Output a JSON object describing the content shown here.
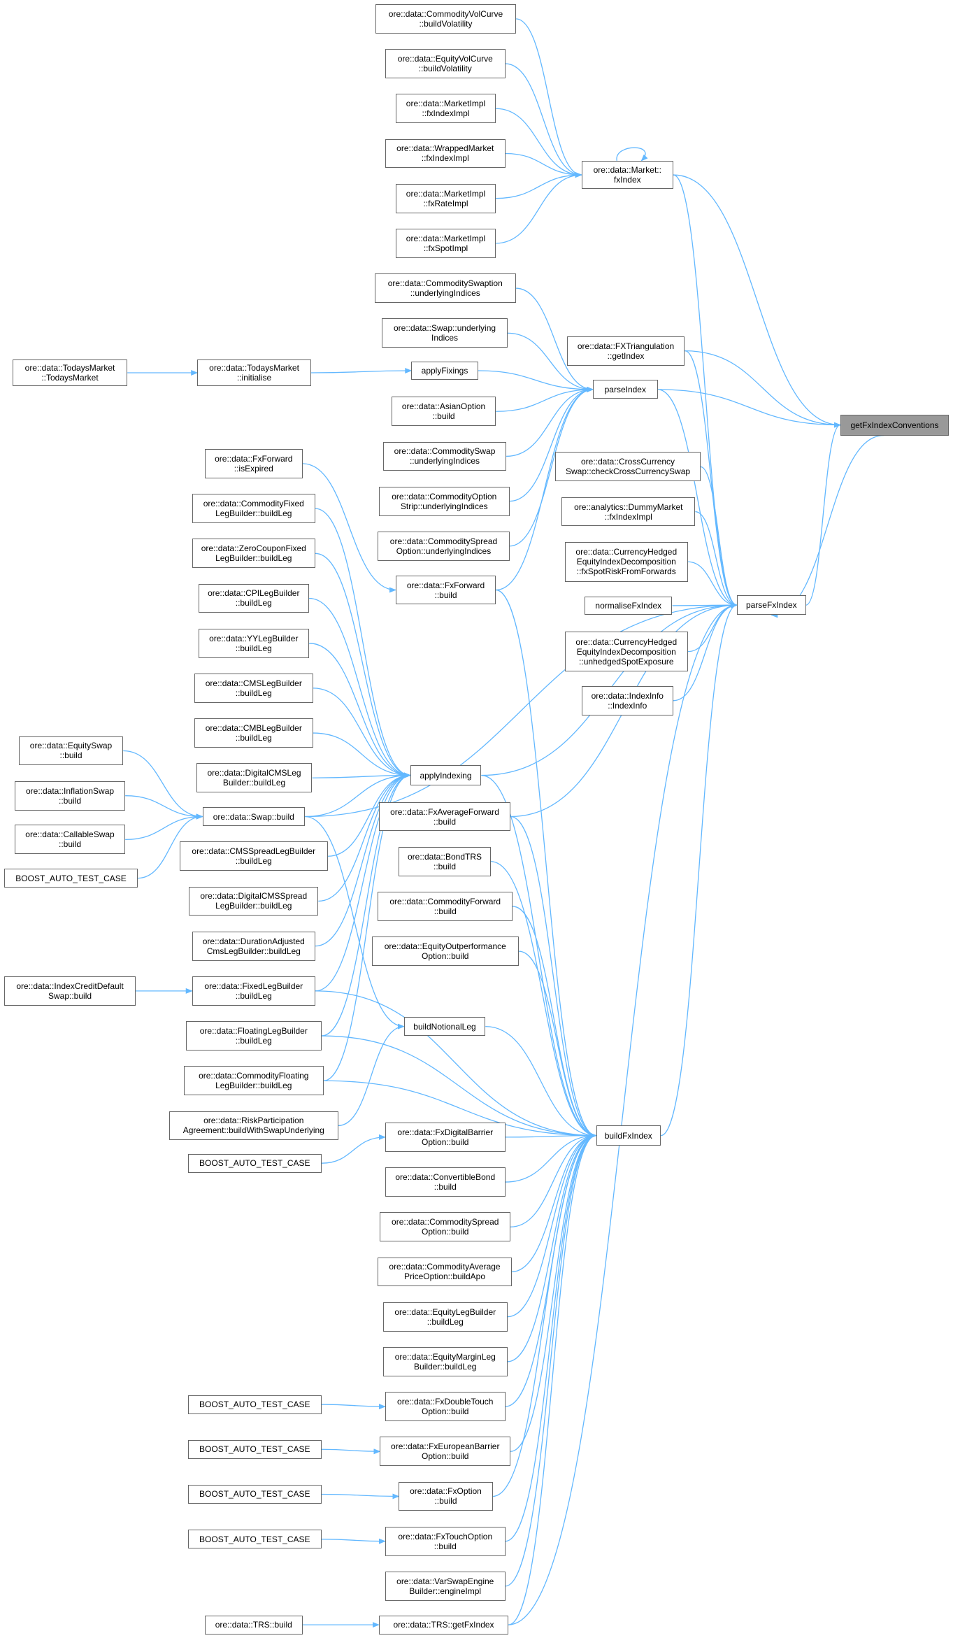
{
  "title": "getFxIndexConventions",
  "colors": {
    "edge": "#63b8ff",
    "focus_fill": "#999999",
    "node_border": "#666666"
  },
  "nodes": [
    {
      "id": "n1",
      "label": "ore::data::CommodityVolCurve\n::buildVolatility"
    },
    {
      "id": "n2",
      "label": "ore::data::EquityVolCurve\n::buildVolatility"
    },
    {
      "id": "n3",
      "label": "ore::data::MarketImpl\n::fxIndexImpl"
    },
    {
      "id": "n4",
      "label": "ore::data::WrappedMarket\n::fxIndexImpl"
    },
    {
      "id": "n5",
      "label": "ore::data::MarketImpl\n::fxRateImpl"
    },
    {
      "id": "n6",
      "label": "ore::data::MarketImpl\n::fxSpotImpl"
    },
    {
      "id": "n7",
      "label": "ore::data::Market::\nfxIndex"
    },
    {
      "id": "n8",
      "label": "ore::data::CommoditySwaption\n::underlyingIndices"
    },
    {
      "id": "n9",
      "label": "ore::data::Swap::underlying\nIndices"
    },
    {
      "id": "n10",
      "label": "ore::data::TodaysMarket\n::TodaysMarket"
    },
    {
      "id": "n11",
      "label": "ore::data::TodaysMarket\n::initialise"
    },
    {
      "id": "n12",
      "label": "applyFixings"
    },
    {
      "id": "n13",
      "label": "ore::data::AsianOption\n::build"
    },
    {
      "id": "n14",
      "label": "ore::data::CommoditySwap\n::underlyingIndices"
    },
    {
      "id": "n15",
      "label": "ore::data::CommodityOption\nStrip::underlyingIndices"
    },
    {
      "id": "n16",
      "label": "ore::data::CommoditySpread\nOption::underlyingIndices"
    },
    {
      "id": "n17",
      "label": "parseIndex"
    },
    {
      "id": "n18",
      "label": "ore::data::FXTriangulation\n::getIndex"
    },
    {
      "id": "n19",
      "label": "getFxIndexConventions"
    },
    {
      "id": "n20",
      "label": "ore::data::CrossCurrency\nSwap::checkCrossCurrencySwap"
    },
    {
      "id": "n21",
      "label": "ore::analytics::DummyMarket\n::fxIndexImpl"
    },
    {
      "id": "n22",
      "label": "ore::data::CurrencyHedged\nEquityIndexDecomposition\n::fxSpotRiskFromForwards"
    },
    {
      "id": "n23",
      "label": "normaliseFxIndex"
    },
    {
      "id": "n24",
      "label": "ore::data::CurrencyHedged\nEquityIndexDecomposition\n::unhedgedSpotExposure"
    },
    {
      "id": "n25",
      "label": "ore::data::IndexInfo\n::IndexInfo"
    },
    {
      "id": "n26",
      "label": "parseFxIndex"
    },
    {
      "id": "n27",
      "label": "ore::data::FxForward\n::isExpired"
    },
    {
      "id": "n28",
      "label": "ore::data::CommodityFixed\nLegBuilder::buildLeg"
    },
    {
      "id": "n29",
      "label": "ore::data::ZeroCouponFixed\nLegBuilder::buildLeg"
    },
    {
      "id": "n30",
      "label": "ore::data::CPILegBuilder\n::buildLeg"
    },
    {
      "id": "n31",
      "label": "ore::data::YYLegBuilder\n::buildLeg"
    },
    {
      "id": "n32",
      "label": "ore::data::CMSLegBuilder\n::buildLeg"
    },
    {
      "id": "n33",
      "label": "ore::data::FxForward\n::build"
    },
    {
      "id": "n34",
      "label": "ore::data::CMBLegBuilder\n::buildLeg"
    },
    {
      "id": "n35",
      "label": "ore::data::DigitalCMSLeg\nBuilder::buildLeg"
    },
    {
      "id": "n36",
      "label": "ore::data::EquitySwap\n::build"
    },
    {
      "id": "n37",
      "label": "ore::data::InflationSwap\n::build"
    },
    {
      "id": "n38",
      "label": "ore::data::CallableSwap\n::build"
    },
    {
      "id": "n39",
      "label": "BOOST_AUTO_TEST_CASE"
    },
    {
      "id": "n40",
      "label": "ore::data::Swap::build"
    },
    {
      "id": "n41",
      "label": "applyIndexing"
    },
    {
      "id": "n42",
      "label": "ore::data::CMSSpreadLegBuilder\n::buildLeg"
    },
    {
      "id": "n43",
      "label": "ore::data::DigitalCMSSpread\nLegBuilder::buildLeg"
    },
    {
      "id": "n44",
      "label": "ore::data::DurationAdjusted\nCmsLegBuilder::buildLeg"
    },
    {
      "id": "n45",
      "label": "ore::data::IndexCreditDefault\nSwap::build"
    },
    {
      "id": "n46",
      "label": "ore::data::FixedLegBuilder\n::buildLeg"
    },
    {
      "id": "n47",
      "label": "ore::data::FloatingLegBuilder\n::buildLeg"
    },
    {
      "id": "n48",
      "label": "ore::data::CommodityFloating\nLegBuilder::buildLeg"
    },
    {
      "id": "n49",
      "label": "ore::data::RiskParticipation\nAgreement::buildWithSwapUnderlying"
    },
    {
      "id": "n50",
      "label": "buildNotionalLeg"
    },
    {
      "id": "n51",
      "label": "ore::data::FxAverageForward\n::build"
    },
    {
      "id": "n52",
      "label": "ore::data::BondTRS\n::build"
    },
    {
      "id": "n53",
      "label": "ore::data::CommodityForward\n::build"
    },
    {
      "id": "n54",
      "label": "ore::data::EquityOutperformance\nOption::build"
    },
    {
      "id": "n55",
      "label": "buildFxIndex"
    },
    {
      "id": "n56",
      "label": "BOOST_AUTO_TEST_CASE"
    },
    {
      "id": "n57",
      "label": "ore::data::FxDigitalBarrier\nOption::build"
    },
    {
      "id": "n58",
      "label": "ore::data::ConvertibleBond\n::build"
    },
    {
      "id": "n59",
      "label": "ore::data::CommoditySpread\nOption::build"
    },
    {
      "id": "n60",
      "label": "ore::data::CommodityAverage\nPriceOption::buildApo"
    },
    {
      "id": "n61",
      "label": "ore::data::EquityLegBuilder\n::buildLeg"
    },
    {
      "id": "n62",
      "label": "ore::data::EquityMarginLeg\nBuilder::buildLeg"
    },
    {
      "id": "n63",
      "label": "BOOST_AUTO_TEST_CASE"
    },
    {
      "id": "n64",
      "label": "ore::data::FxDoubleTouch\nOption::build"
    },
    {
      "id": "n65",
      "label": "BOOST_AUTO_TEST_CASE"
    },
    {
      "id": "n66",
      "label": "ore::data::FxEuropeanBarrier\nOption::build"
    },
    {
      "id": "n67",
      "label": "BOOST_AUTO_TEST_CASE"
    },
    {
      "id": "n68",
      "label": "ore::data::FxOption\n::build"
    },
    {
      "id": "n69",
      "label": "BOOST_AUTO_TEST_CASE"
    },
    {
      "id": "n70",
      "label": "ore::data::FxTouchOption\n::build"
    },
    {
      "id": "n71",
      "label": "ore::data::VarSwapEngine\nBuilder::engineImpl"
    },
    {
      "id": "n72",
      "label": "ore::data::TRS::build"
    },
    {
      "id": "n73",
      "label": "ore::data::TRS::getFxIndex"
    }
  ],
  "edges": [
    [
      "n1",
      "n7"
    ],
    [
      "n2",
      "n7"
    ],
    [
      "n3",
      "n7"
    ],
    [
      "n4",
      "n7"
    ],
    [
      "n5",
      "n7"
    ],
    [
      "n6",
      "n7"
    ],
    [
      "n7",
      "n7"
    ],
    [
      "n7",
      "n19"
    ],
    [
      "n7",
      "n26"
    ],
    [
      "n8",
      "n17"
    ],
    [
      "n9",
      "n17"
    ],
    [
      "n12",
      "n17"
    ],
    [
      "n13",
      "n17"
    ],
    [
      "n14",
      "n17"
    ],
    [
      "n15",
      "n17"
    ],
    [
      "n16",
      "n17"
    ],
    [
      "n33",
      "n17"
    ],
    [
      "n10",
      "n11"
    ],
    [
      "n11",
      "n12"
    ],
    [
      "n17",
      "n19"
    ],
    [
      "n18",
      "n19"
    ],
    [
      "n26",
      "n19"
    ],
    [
      "n19",
      "n26"
    ],
    [
      "n17",
      "n26"
    ],
    [
      "n18",
      "n26"
    ],
    [
      "n20",
      "n26"
    ],
    [
      "n21",
      "n26"
    ],
    [
      "n22",
      "n26"
    ],
    [
      "n23",
      "n26"
    ],
    [
      "n24",
      "n26"
    ],
    [
      "n25",
      "n26"
    ],
    [
      "n40",
      "n26"
    ],
    [
      "n41",
      "n26"
    ],
    [
      "n51",
      "n26"
    ],
    [
      "n55",
      "n26"
    ],
    [
      "n73",
      "n26"
    ],
    [
      "n27",
      "n33"
    ],
    [
      "n33",
      "n55"
    ],
    [
      "n28",
      "n41"
    ],
    [
      "n29",
      "n41"
    ],
    [
      "n30",
      "n41"
    ],
    [
      "n31",
      "n41"
    ],
    [
      "n32",
      "n41"
    ],
    [
      "n34",
      "n41"
    ],
    [
      "n35",
      "n41"
    ],
    [
      "n40",
      "n41"
    ],
    [
      "n42",
      "n41"
    ],
    [
      "n43",
      "n41"
    ],
    [
      "n44",
      "n41"
    ],
    [
      "n46",
      "n41"
    ],
    [
      "n47",
      "n41"
    ],
    [
      "n48",
      "n41"
    ],
    [
      "n36",
      "n40"
    ],
    [
      "n37",
      "n40"
    ],
    [
      "n38",
      "n40"
    ],
    [
      "n39",
      "n40"
    ],
    [
      "n45",
      "n46"
    ],
    [
      "n49",
      "n50"
    ],
    [
      "n40",
      "n50"
    ],
    [
      "n41",
      "n55"
    ],
    [
      "n50",
      "n55"
    ],
    [
      "n47",
      "n55"
    ],
    [
      "n48",
      "n55"
    ],
    [
      "n46",
      "n55"
    ],
    [
      "n51",
      "n55"
    ],
    [
      "n52",
      "n55"
    ],
    [
      "n53",
      "n55"
    ],
    [
      "n54",
      "n55"
    ],
    [
      "n56",
      "n57"
    ],
    [
      "n57",
      "n55"
    ],
    [
      "n58",
      "n55"
    ],
    [
      "n59",
      "n55"
    ],
    [
      "n60",
      "n55"
    ],
    [
      "n61",
      "n55"
    ],
    [
      "n62",
      "n55"
    ],
    [
      "n63",
      "n64"
    ],
    [
      "n64",
      "n55"
    ],
    [
      "n65",
      "n66"
    ],
    [
      "n66",
      "n55"
    ],
    [
      "n67",
      "n68"
    ],
    [
      "n68",
      "n55"
    ],
    [
      "n69",
      "n70"
    ],
    [
      "n70",
      "n55"
    ],
    [
      "n71",
      "n55"
    ],
    [
      "n72",
      "n73"
    ],
    [
      "n73",
      "n55"
    ]
  ]
}
